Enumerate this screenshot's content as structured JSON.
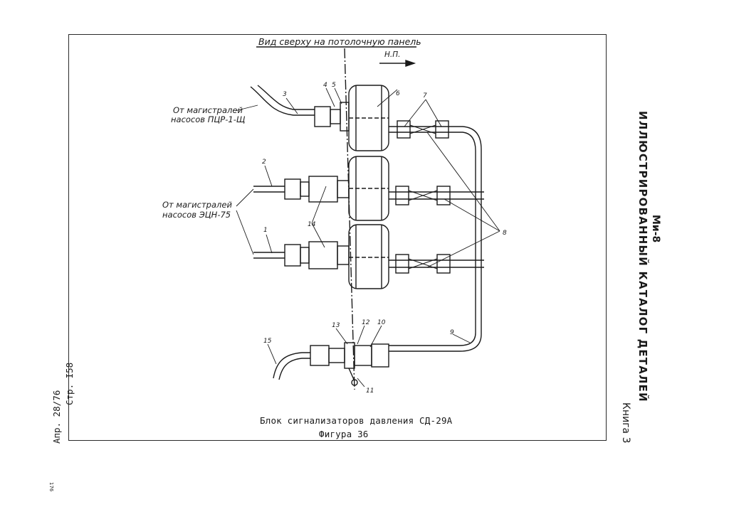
{
  "header": {
    "aircraft": "Ми-8",
    "catalog_title": "ИЛЛЮСТРИРОВАННЫЙ КАТАЛОГ ДЕТАЛЕЙ",
    "book": "Книга 3"
  },
  "page_info": {
    "page": "Стр. I58",
    "date": "Апр. 28/76",
    "sheet": "176"
  },
  "drawing": {
    "view_label": "Вид сверху на потолочную панель",
    "direction_label": "Н.П.",
    "source_pcr_line1": "От магистралей",
    "source_pcr_line2": "насосов ПЦР-1-Щ",
    "source_ecn_line1": "От магистралей",
    "source_ecn_line2": "насосов ЭЦН-75",
    "callouts": [
      "1",
      "2",
      "3",
      "4",
      "5",
      "6",
      "7",
      "8",
      "9",
      "10",
      "11",
      "12",
      "13",
      "14",
      "15"
    ]
  },
  "caption": {
    "title": "Блок сигнализаторов давления СД-29А",
    "figure": "Фигура 36"
  }
}
